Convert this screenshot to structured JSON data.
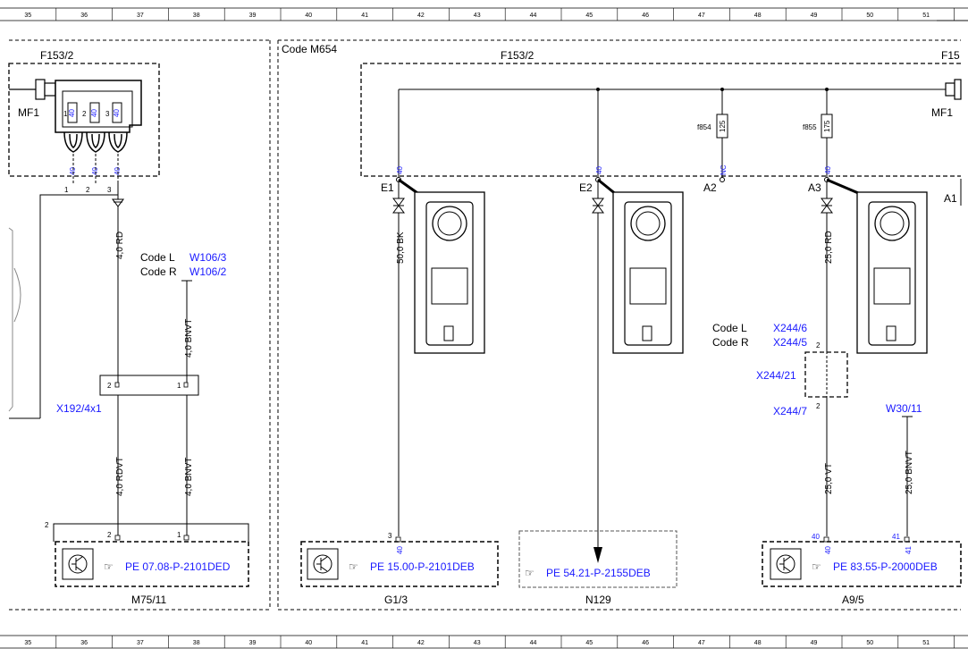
{
  "grid_numbers": [
    "35",
    "36",
    "37",
    "38",
    "39",
    "40",
    "41",
    "42",
    "43",
    "44",
    "45",
    "46",
    "47",
    "48",
    "49",
    "50",
    "51"
  ],
  "section_code": "Code M654",
  "fuse_box_left": {
    "name": "F153/2",
    "connector": "MF1",
    "pins": [
      "1",
      "2",
      "3"
    ],
    "fuse_value": "40"
  },
  "fuse_box_right": {
    "name": "F153/2",
    "name_cut": "F15",
    "connector": "MF1"
  },
  "fuses": [
    {
      "name": "f854",
      "value": "125"
    },
    {
      "name": "f855",
      "value": "175"
    }
  ],
  "terminals": [
    {
      "name": "E1",
      "value": "40"
    },
    {
      "name": "E2",
      "value": "40"
    },
    {
      "name": "A2",
      "value": "NC"
    },
    {
      "name": "A3",
      "value": "40"
    },
    {
      "name": "A1",
      "value": ""
    }
  ],
  "wires": {
    "w_40rd": "4,0 RD",
    "w_40bnvt_top": "4,0 BNVT",
    "w_40rdvt": "4,0 RDVT",
    "w_40bnvt_bot": "4,0 BNVT",
    "w_50bk": "50,0 BK",
    "w_25rd": "25,0 RD",
    "w_25vt": "25,0 VT",
    "w_25bnvt": "25,0 BNVT"
  },
  "codes": {
    "code_l": "Code L",
    "code_r": "Code R",
    "w106_3": "W106/3",
    "w106_2": "W106/2",
    "x244_6": "X244/6",
    "x244_5": "X244/5",
    "x244_21": "X244/21",
    "x244_7": "X244/7",
    "w30_11": "W30/11",
    "x192": "X192/4x1"
  },
  "pins": {
    "p1": "1",
    "p2": "2",
    "p3": "3",
    "p40": "40",
    "p41": "41"
  },
  "components": [
    {
      "name": "M75/11",
      "ref": "PE 07.08-P-2101DED"
    },
    {
      "name": "G1/3",
      "ref": "PE 15.00-P-2101DEB"
    },
    {
      "name": "N129",
      "ref": "PE 54.21-P-2155DEB"
    },
    {
      "name": "A9/5",
      "ref": "PE 83.55-P-2000DEB"
    }
  ]
}
